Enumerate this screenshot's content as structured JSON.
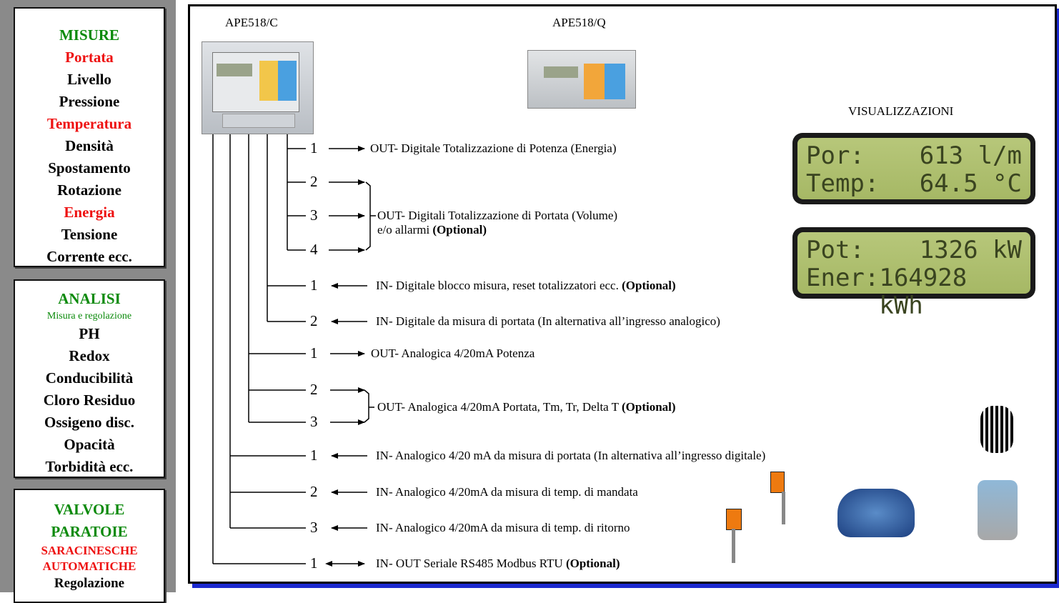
{
  "sidebar": {
    "misure": {
      "heading": "MISURE",
      "items": [
        "Portata",
        "Livello",
        "Pressione",
        "Temperatura",
        "Densità",
        "Spostamento",
        "Rotazione",
        "Energia",
        "Tensione",
        "Corrente ecc."
      ]
    },
    "analisi": {
      "heading": "ANALISI",
      "subheading": "Misura e regolazione",
      "items": [
        "PH",
        "Redox",
        "Conducibilità",
        "Cloro Residuo",
        "Ossigeno disc.",
        "Opacità",
        "Torbidità ecc."
      ]
    },
    "valvole": {
      "heading1": "VALVOLE",
      "heading2": "PARATOIE",
      "heading3": "SARACINESCHE",
      "heading4": "AUTOMATICHE",
      "item": "Regolazione"
    }
  },
  "devices": {
    "c_label": "APE518/C",
    "q_label": "APE518/Q"
  },
  "visualizzazioni": {
    "title": "VISUALIZZAZIONI",
    "lcd1": {
      "r1_label": "Por:",
      "r1_value": "613 l/m",
      "r2_label": "Temp:",
      "r2_value": "64.5 °C"
    },
    "lcd2": {
      "r1_label": "Pot:",
      "r1_value": "1326 kW",
      "r2_label": "Ener:",
      "r2_value": "164928 kWh"
    }
  },
  "io": {
    "n1": "1",
    "n2": "2",
    "n3": "3",
    "n4": "4",
    "n5": "1",
    "n6": "2",
    "n7": "1",
    "n8": "2",
    "n9": "3",
    "n10": "1",
    "n11": "2",
    "n12": "3",
    "n13": "1",
    "out_energia": "OUT- Digitale Totalizzazione di Potenza (Energia)",
    "out_volume_1": "OUT- Digitali Totalizzazione di Portata (Volume)",
    "out_volume_2": "e/o allarmi ",
    "optional": "(Optional)",
    "in_blocco": "IN- Digitale blocco misura, reset totalizzatori ecc. ",
    "in_portata_dig": "IN- Digitale da misura di portata (In alternativa all’ingresso analogico)",
    "out_potenza": "OUT- Analogica 4/20mA Potenza",
    "out_analog": "OUT- Analogica 4/20mA Portata, Tm, Tr, Delta T ",
    "in_analog_portata": "IN- Analogico 4/20 mA da misura di portata (In alternativa all’ingresso digitale)",
    "in_mandata": "IN- Analogico 4/20mA da misura di temp. di mandata",
    "in_ritorno": "IN- Analogico 4/20mA da misura di temp. di ritorno",
    "seriale": "IN- OUT Seriale RS485 Modbus RTU "
  },
  "colors": {
    "sidebar_bg": "#8a8a8a",
    "green": "#0a8a0a",
    "red": "#ee1111",
    "shadow": "#1c2ad0",
    "lcd": "#b7c77a"
  }
}
